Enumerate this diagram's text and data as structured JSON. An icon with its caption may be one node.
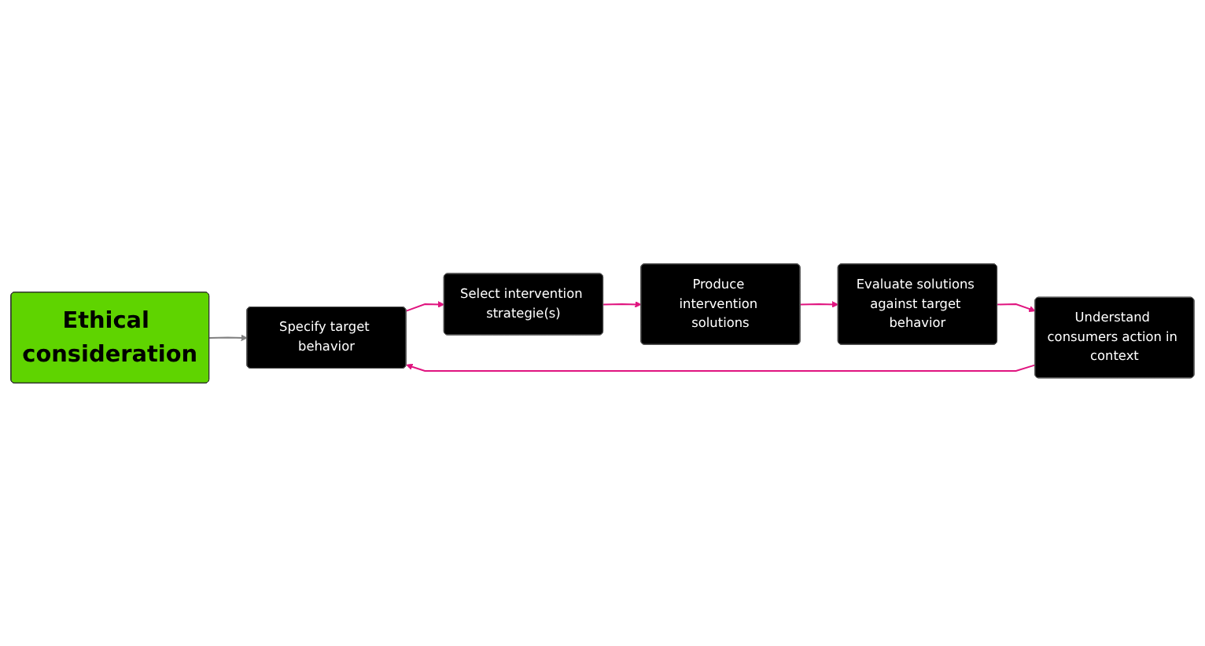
{
  "diagram": {
    "nodes": [
      {
        "text": [
          "Ethical consideration"
        ]
      },
      {
        "text": [
          "Understand consumers action in context"
        ]
      },
      {
        "text": [
          "Specify target behavior"
        ]
      },
      {
        "text": [
          "Select intervention strategie(s)"
        ]
      },
      {
        "text": [
          "Produce intervention solutions"
        ]
      },
      {
        "text": [
          "Evaluate solutions against target behavior"
        ]
      }
    ],
    "edges": [
      {
        "from": 0,
        "to": 2,
        "arrow": "to",
        "color": "#808080"
      },
      {
        "from": 1,
        "to": 2,
        "arrow": "to"
      },
      {
        "from": 2,
        "to": 3,
        "arrow": "to"
      },
      {
        "from": 3,
        "to": 4,
        "arrow": "to"
      },
      {
        "from": 4,
        "to": 5,
        "arrow": "to"
      },
      {
        "from": 5,
        "to": 1,
        "arrow": "to"
      }
    ]
  }
}
